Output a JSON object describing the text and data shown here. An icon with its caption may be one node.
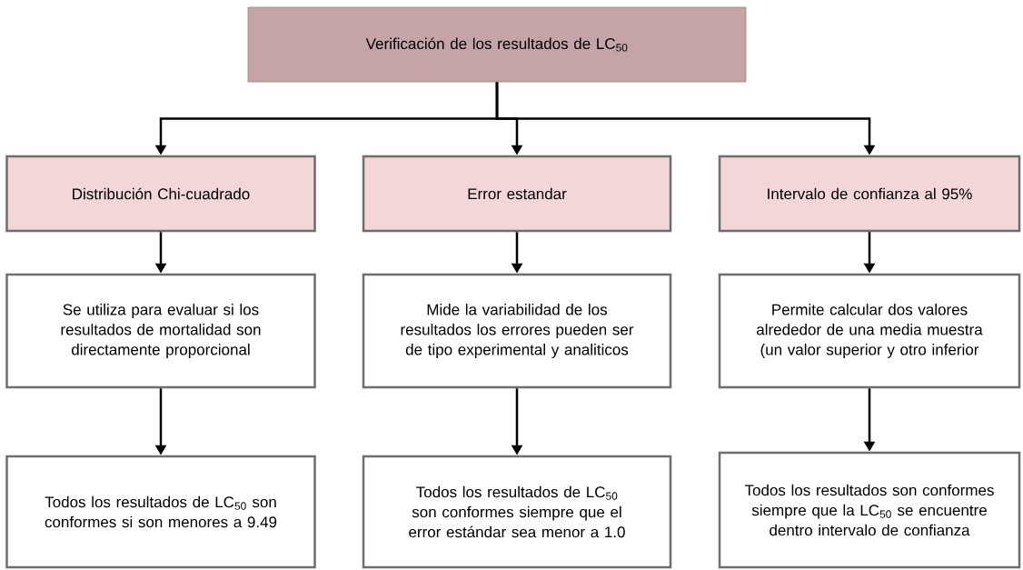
{
  "diagram": {
    "nodes": [
      {
        "text": [
          "Verificación de los resultados de LC$_{50}$"
        ]
      },
      {
        "text": [
          "Distribución Chi-cuadrado"
        ]
      },
      {
        "text": [
          "Error estandar"
        ]
      },
      {
        "text": [
          "Intervalo de confianza al 95%"
        ]
      },
      {
        "text": [
          "Se utiliza para evaluar si los resultados de mortalidad son directamente proporcional"
        ]
      },
      {
        "text": [
          "Mide la variabilidad de los resultados los errores pueden ser de tipo experimental y analiticos"
        ]
      },
      {
        "text": [
          "Permite calcular dos valores alrededor de una media muestra (un valor superior y otro inferior"
        ]
      },
      {
        "text": [
          "Todos los resultados de LC$_{50}$ son conformes si son menores a 9.49"
        ]
      },
      {
        "text": [
          "Todos los resultados de LC$_{50}$ son conformes siempre que el error estándar sea menor a 1.0"
        ]
      },
      {
        "text": [
          "Todos los resultados son conformes siempre que la LC$_{50}$ se encuentre dentro intervalo de confianza"
        ]
      }
    ],
    "edges": [
      {
        "from": 0,
        "to": 1,
        "arrow": "to"
      },
      {
        "from": 0,
        "to": 2,
        "arrow": "to"
      },
      {
        "from": 0,
        "to": 3,
        "arrow": "to"
      },
      {
        "from": 1,
        "to": 4,
        "arrow": "to"
      },
      {
        "from": 2,
        "to": 5,
        "arrow": "to"
      },
      {
        "from": 3,
        "to": 6,
        "arrow": "to"
      },
      {
        "from": 4,
        "to": 7,
        "arrow": "to"
      },
      {
        "from": 5,
        "to": 8,
        "arrow": "to"
      },
      {
        "from": 6,
        "to": 9,
        "arrow": "to"
      }
    ]
  }
}
